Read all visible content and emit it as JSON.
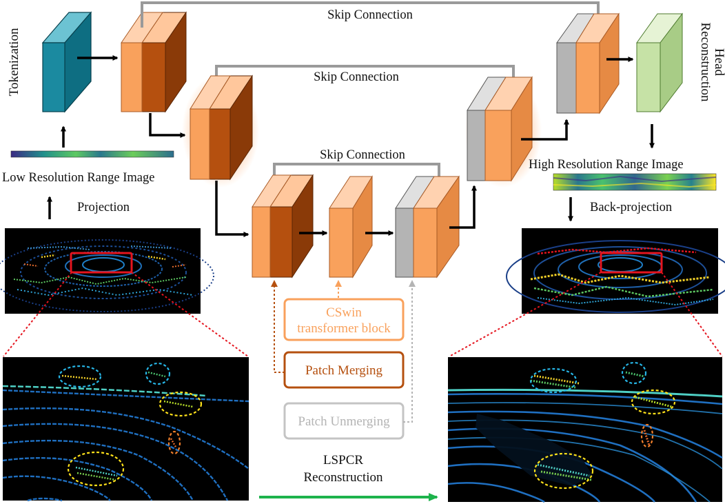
{
  "labels": {
    "tokenization": "Tokenization",
    "reconstruction_head": "Reconstruction Head",
    "skip_top": "Skip Connection",
    "skip_mid": "Skip Connection",
    "skip_low": "Skip Connection",
    "low_res": "Low Resolution Range Image",
    "high_res": "High Resolution Range Image",
    "projection": "Projection",
    "back_projection": "Back-projection",
    "method_line1": "LSPCR",
    "method_line2": "Reconstruction"
  },
  "legend": {
    "cswin_line1": "CSwin",
    "cswin_line2": "transformer block",
    "patch_merging": "Patch Merging",
    "patch_unmerging": "Patch Unmerging"
  },
  "colors": {
    "tokenization_block": "#1b8aa0",
    "cswin_block": "#f9a15c",
    "merging_block": "#b5500f",
    "unmerging_block": "#b4b4b4",
    "head_block": "#c6e2a6",
    "highlight_box": "#e5141e",
    "ellipse_blue": "#27b7e8",
    "ellipse_yellow": "#ffe21a",
    "ellipse_orange": "#f07f2b",
    "arrow_green": "#1db34c"
  },
  "icons": {
    "lidar_scan_low": "lidar-point-cloud-icon",
    "lidar_scan_high": "lidar-point-cloud-icon"
  }
}
